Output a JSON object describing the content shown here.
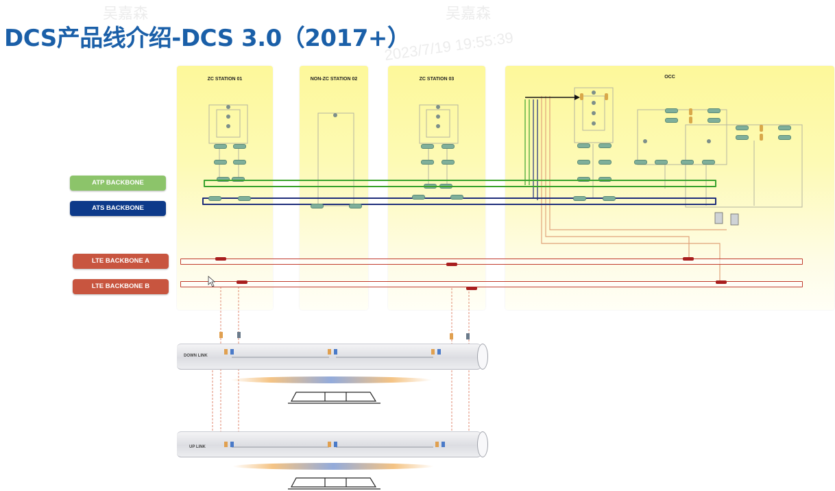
{
  "slide": {
    "title": "DCS产品线介绍-DCS 3.0（2017+）",
    "watermark_name": "吴嘉森",
    "watermark_time": "2023/7/19 19:55:39"
  },
  "zones": {
    "zc1": "ZC STATION 01",
    "nonzc2": "NON-ZC STATION 02",
    "zc3": "ZC STATION 03",
    "occ": "OCC"
  },
  "backbones": {
    "atp": "ATP BACKBONE",
    "ats": "ATS BACKBONE",
    "lte_a": "LTE BACKBONE A",
    "lte_b": "LTE BACKBONE B"
  },
  "links": {
    "down": "DOWN LINK",
    "up": "UP LINK"
  },
  "colors": {
    "title": "#1a5fa8",
    "atp": "#8cc46a",
    "ats": "#0d3a8a",
    "lte": "#c8553f",
    "zone_fill": "#fdf89a"
  }
}
